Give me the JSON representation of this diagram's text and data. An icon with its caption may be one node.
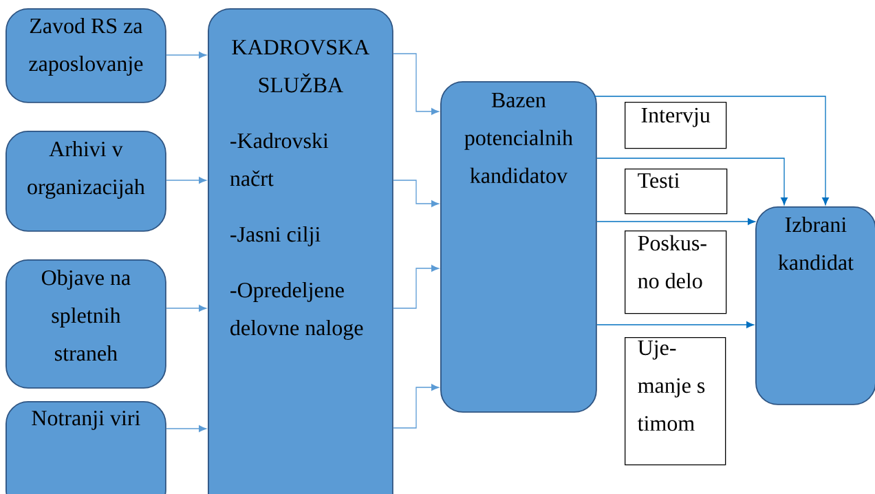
{
  "diagram": {
    "nodes": [
      {
        "text": [
          "Zavod RS za zaposlovanje"
        ]
      },
      {
        "text": [
          "Arhivi v organizacijah"
        ]
      },
      {
        "text": [
          "Objave na spletnih straneh"
        ]
      },
      {
        "text": [
          "Notranji viri"
        ]
      },
      {
        "text": [
          "KADROVSKA SLUŽBA",
          "-Kadrovski načrt",
          "-Jasni cilji",
          "-Opredeljene delovne naloge"
        ]
      },
      {
        "text": [
          "Bazen potencialnih kandidatov"
        ]
      },
      {
        "text": [
          "Intervju"
        ]
      },
      {
        "text": [
          "Testi"
        ]
      },
      {
        "text": [
          "Poskus- no delo"
        ]
      },
      {
        "text": [
          "Uje- manje s timom"
        ]
      },
      {
        "text": [
          "Izbrani kandidat"
        ]
      }
    ],
    "edges": [
      {
        "from": 0,
        "to": 4,
        "arrow": "to",
        "color": "#5b9bd5"
      },
      {
        "from": 1,
        "to": 4,
        "arrow": "to",
        "color": "#5b9bd5"
      },
      {
        "from": 2,
        "to": 4,
        "arrow": "to",
        "color": "#5b9bd5"
      },
      {
        "from": 3,
        "to": 4,
        "arrow": "to",
        "color": "#5b9bd5"
      },
      {
        "from": 4,
        "to": 5,
        "arrow": "to",
        "color": "#5b9bd5"
      },
      {
        "from": 4,
        "to": 5,
        "arrow": "to",
        "color": "#5b9bd5"
      },
      {
        "from": 4,
        "to": 5,
        "arrow": "to",
        "color": "#5b9bd5"
      },
      {
        "from": 4,
        "to": 5,
        "arrow": "to",
        "color": "#5b9bd5"
      },
      {
        "from": 5,
        "to": 10,
        "arrow": "to",
        "color": "#0070c0"
      },
      {
        "from": 5,
        "to": 10,
        "arrow": "to",
        "color": "#0070c0"
      },
      {
        "from": 5,
        "to": 10,
        "arrow": "to",
        "color": "#0070c0"
      },
      {
        "from": 5,
        "to": 10,
        "arrow": "to",
        "color": "#0070c0"
      }
    ]
  }
}
